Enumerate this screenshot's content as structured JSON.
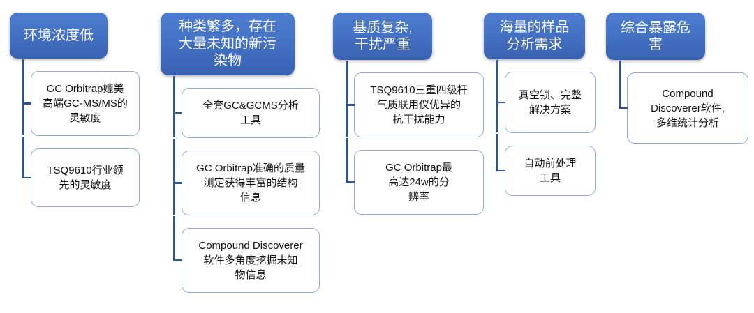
{
  "diagram": {
    "type": "hierarchy-list",
    "colors": {
      "background": "#ffffff",
      "header-fill-top": "#4e7cd0",
      "header-fill-mid": "#4472c4",
      "header-fill-bottom": "#3a62b2",
      "header-text": "#ffffff",
      "child-border": "#8faadc",
      "child-text": "#111111",
      "connector": "#2f5597"
    },
    "columns": [
      {
        "header": "环境浓度低",
        "children": [
          "GC Orbitrap媲美\n高端GC-MS/MS的\n灵敏度",
          "TSQ9610行业领\n先的灵敏度"
        ]
      },
      {
        "header": "种类繁多，存在\n大量未知的新污\n染物",
        "children": [
          "全套GC&GCMS分析\n工具",
          "GC Orbitrap准确的质量\n测定获得丰富的结构\n信息",
          "Compound Discoverer\n软件多角度挖掘未知\n物信息"
        ]
      },
      {
        "header": "基质复杂,\n干扰严重",
        "children": [
          "TSQ9610三重四级杆\n气质联用仪优异的\n抗干扰能力",
          "GC Orbitrap最\n高达24w的分\n辨率"
        ]
      },
      {
        "header": "海量的样品\n分析需求",
        "children": [
          "真空锁、完整\n解决方案",
          "自动前处理\n工具"
        ]
      },
      {
        "header": "综合暴露危\n害",
        "children": [
          "Compound\nDiscoverer软件,\n多维统计分析"
        ]
      }
    ]
  }
}
